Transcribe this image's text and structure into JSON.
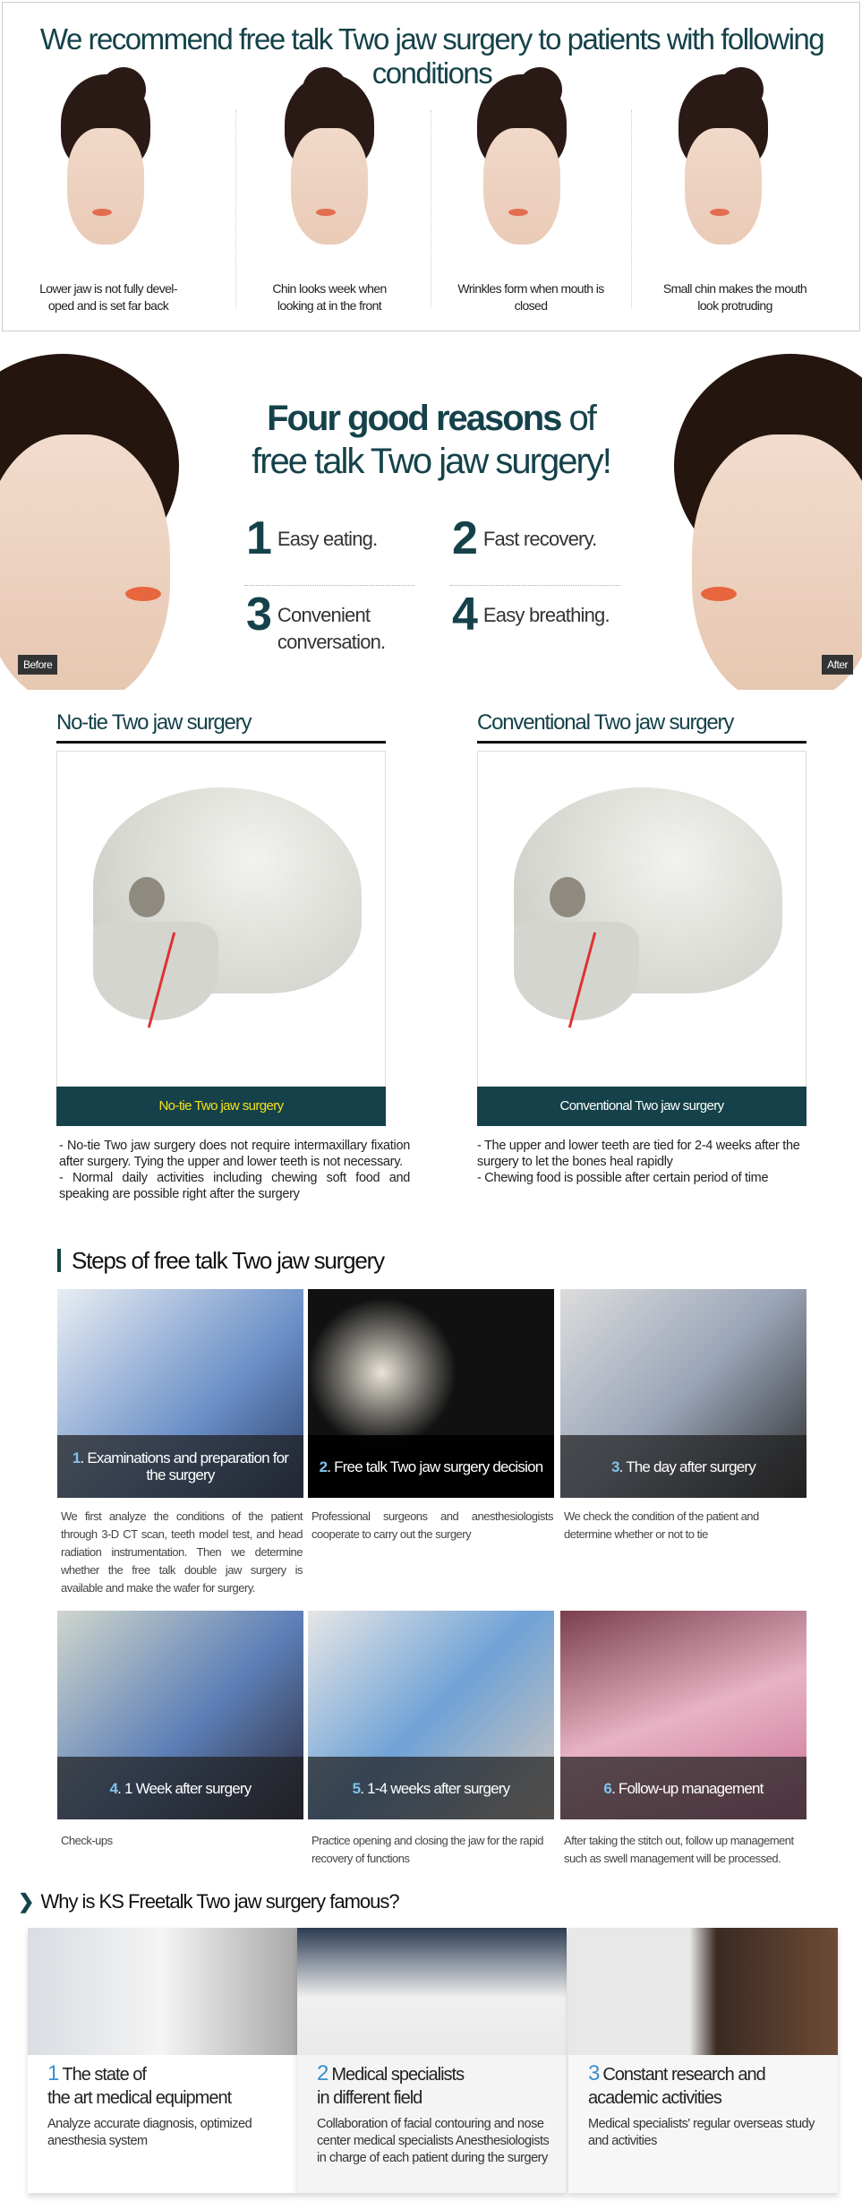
{
  "recommend": {
    "title": "We recommend free talk Two jaw surgery to patients with following conditions",
    "conditions": [
      "Lower jaw is not fully devel-oped and is set far back",
      "Chin looks week when looking at in the front",
      "Wrinkles form when mouth is closed",
      "Small chin makes the mouth look protruding"
    ]
  },
  "reasons": {
    "title_bold": "Four good reasons",
    "title_rest": " of",
    "title_line2": "free talk Two jaw surgery!",
    "items": [
      {
        "num": "1",
        "text": "Easy eating."
      },
      {
        "num": "2",
        "text": "Fast recovery."
      },
      {
        "num": "3",
        "text": "Convenient conversation."
      },
      {
        "num": "4",
        "text": "Easy breathing."
      }
    ],
    "before_label": "Before",
    "after_label": "After"
  },
  "comparison": [
    {
      "heading": "No-tie Two jaw surgery",
      "caption": "No-tie Two jaw surgery",
      "caption_color": "#f2e21a",
      "description": "- No-tie Two jaw surgery does not require intermaxillary fixation after surgery. Tying the upper and lower teeth is not necessary.\n- Normal daily activities including chewing soft food and speaking are possible right after the surgery"
    },
    {
      "heading": "Conventional Two jaw surgery",
      "caption": "Conventional Two jaw surgery",
      "caption_color": "#ffffff",
      "description": "- The upper and lower teeth are tied for 2-4 weeks after the surgery to let the bones heal rapidly\n- Chewing food is possible after certain period of time"
    }
  ],
  "steps": {
    "title": "Steps of free talk Two jaw surgery",
    "items": [
      {
        "num": "1",
        "label": ". Examinations and preparation for the surgery",
        "text": "We first analyze the conditions of the patient through 3-D CT scan, teeth model test, and head radiation instrumentation. Then we determine whether the free talk double jaw surgery is available and make the wafer for surgery."
      },
      {
        "num": "2",
        "label": ". Free talk Two jaw surgery decision",
        "text": "Professional surgeons and anesthesiologists cooperate to carry out the surgery"
      },
      {
        "num": "3",
        "label": ". The day after surgery",
        "text": "We check the condition of the patient and determine whether or not to tie"
      },
      {
        "num": "4",
        "label": ". 1 Week after surgery",
        "text": "Check-ups"
      },
      {
        "num": "5",
        "label": ". 1-4 weeks after surgery",
        "text": "Practice opening and closing the jaw for the rapid recovery of functions"
      },
      {
        "num": "6",
        "label": ". Follow-up management",
        "text": "After taking the stitch out, follow up management such as swell management will be processed."
      }
    ]
  },
  "why": {
    "title": "Why is KS Freetalk Two jaw surgery famous?",
    "items": [
      {
        "num": "1",
        "heading": "The state of\nthe art medical equipment",
        "text": "Analyze accurate diagnosis, optimized anesthesia system"
      },
      {
        "num": "2",
        "heading": "Medical specialists\nin different field",
        "text": "Collaboration of facial contouring and nose center medical specialists Anesthesiologists in charge of each patient during the surgery"
      },
      {
        "num": "3",
        "heading": "Constant research and\nacademic activities",
        "text": "Medical specialists'  regular overseas study and activities"
      }
    ]
  }
}
